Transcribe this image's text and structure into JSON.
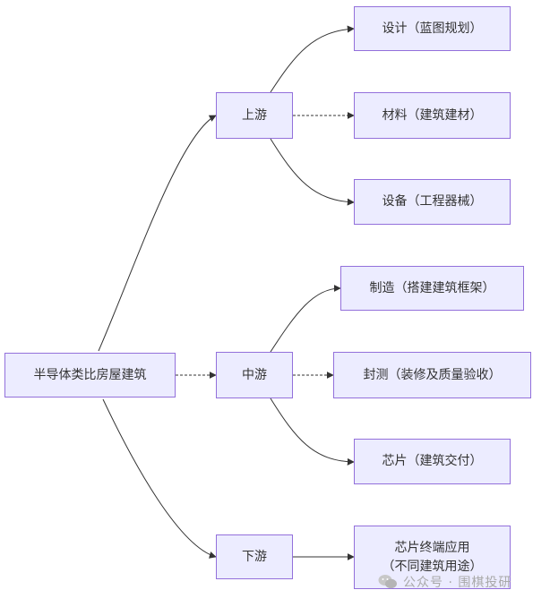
{
  "nodes": {
    "root": "半导体类比房屋建筑",
    "upstream": "上游",
    "midstream": "中游",
    "downstream": "下游",
    "design": "设计（蓝图规划）",
    "materials": "材料（建筑建材）",
    "equipment": "设备（工程器械）",
    "manufacturing": "制造（搭建建筑框架）",
    "packaging_testing": "封测（装修及质量验收）",
    "chip_delivery": "芯片（建筑交付）",
    "end_application_line1": "芯片终端应用",
    "end_application_line2": "（不同建筑用途）"
  },
  "watermark": "公众号 · 围棋投研",
  "colors": {
    "node_fill": "#ececff",
    "node_border": "#9370db",
    "edge": "#333333",
    "text": "#333333"
  }
}
